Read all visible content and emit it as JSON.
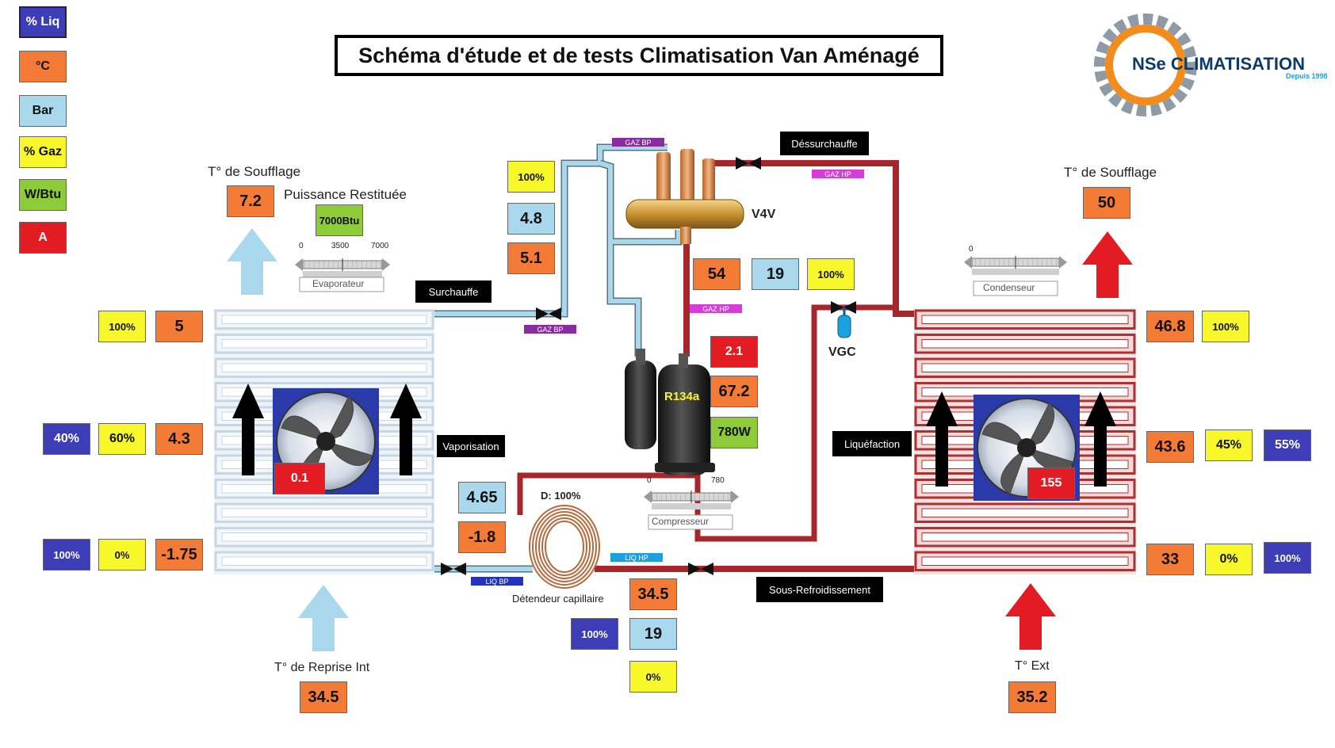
{
  "title": "Schéma d'étude et de tests Climatisation Van Aménagé",
  "brand": {
    "name": "NSe CLIMATISATION",
    "tagline": "Depuis 1998"
  },
  "legend": [
    {
      "label": "% Liq",
      "color": "#3d3db8"
    },
    {
      "label": "°C",
      "color": "#f47b35"
    },
    {
      "label": "Bar",
      "color": "#a9d8ec"
    },
    {
      "label": "% Gaz",
      "color": "#f7f72a"
    },
    {
      "label": "W/Btu",
      "color": "#8dcc38"
    },
    {
      "label": "A",
      "color": "#e31b23"
    }
  ],
  "colors": {
    "low_pressure_pipe": "#a9d8ec",
    "high_pressure_pipe": "#a5262b",
    "coil_frame": "#b03030"
  },
  "evaporator": {
    "blowing_label": "T° de Soufflage",
    "blowing_temp": "7.2",
    "power_label": "Puissance Restituée",
    "power_value": "7000Btu",
    "gauge": {
      "min": "0",
      "mid": "3500",
      "max": "7000",
      "label": "Evaporateur"
    },
    "inlet_gas_pct": "100%",
    "inlet_temp": "5",
    "mid_liq_pct": "40%",
    "mid_gas_pct": "60%",
    "mid_temp": "4.3",
    "outlet_liq_pct": "100%",
    "outlet_gas_pct": "0%",
    "outlet_temp": "-1.75",
    "fan_current": "0.1",
    "return_label": "T° de Reprise Int",
    "return_temp": "34.5"
  },
  "suction": {
    "gas_pct": "100%",
    "pressure": "4.8",
    "temp": "5.1"
  },
  "discharge": {
    "temp": "54",
    "pressure": "19",
    "gas_pct": "100%"
  },
  "compressor": {
    "refrigerant": "R134a",
    "current": "2.1",
    "temp": "67.2",
    "power": "780W",
    "gauge": {
      "min": "0",
      "max": "780",
      "label": "Compresseur"
    }
  },
  "valve_label": "V4V",
  "vgc_label": "VGC",
  "expansion": {
    "inlet_pressure": "4.65",
    "inlet_temp": "-1.8",
    "duty": "D: 100%",
    "label": "Détendeur capillaire",
    "liq_temp": "34.5",
    "liq_pressure": "19",
    "liq_pct": "100%",
    "gas_pct": "0%"
  },
  "condenser": {
    "blowing_label": "T° de Soufflage",
    "blowing_temp": "50",
    "gauge": {
      "min": "0",
      "label": "Condenseur"
    },
    "inlet_temp": "46.8",
    "inlet_gas_pct": "100%",
    "mid_temp": "43.6",
    "mid_gas_pct": "45%",
    "mid_liq_pct": "55%",
    "outlet_temp": "33",
    "outlet_gas_pct": "0%",
    "outlet_liq_pct": "100%",
    "fan_current": "155",
    "ext_label": "T° Ext",
    "ext_temp": "35.2"
  },
  "stages": {
    "superheat": "Surchauffe",
    "desuperheat": "Déssurchauffe",
    "vaporisation": "Vaporisation",
    "liquefaction": "Liquéfaction",
    "subcooling": "Sous-Refroidissement"
  },
  "pipe_tags": {
    "gaz_bp_top": "GAZ BP",
    "gaz_hp_top": "GAZ HP",
    "gaz_bp_mid": "GAZ BP",
    "gaz_hp_mid": "GAZ HP",
    "liq_bp": "LIQ BP",
    "liq_hp": "LIQ HP"
  }
}
